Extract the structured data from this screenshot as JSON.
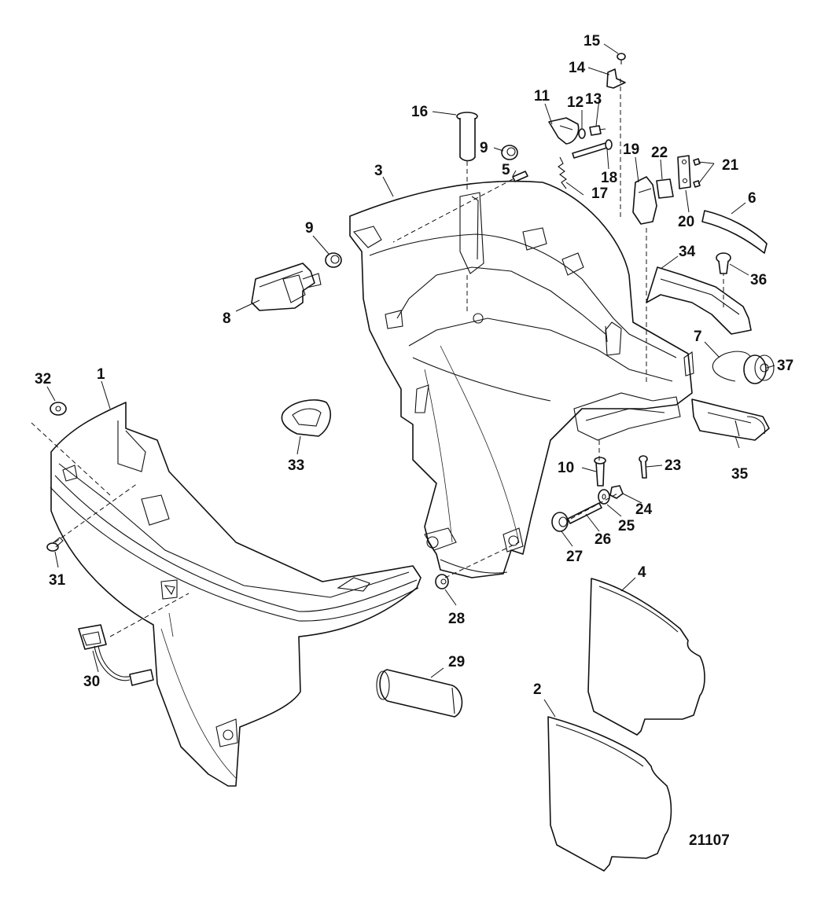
{
  "diagram": {
    "document_number": "21107",
    "callouts": [
      "1",
      "2",
      "3",
      "4",
      "5",
      "6",
      "7",
      "8",
      "9",
      "9",
      "10",
      "11",
      "12",
      "13",
      "14",
      "15",
      "16",
      "17",
      "18",
      "19",
      "20",
      "21",
      "22",
      "23",
      "24",
      "25",
      "26",
      "27",
      "28",
      "29",
      "30",
      "31",
      "32",
      "33",
      "34",
      "35",
      "36",
      "37"
    ]
  }
}
